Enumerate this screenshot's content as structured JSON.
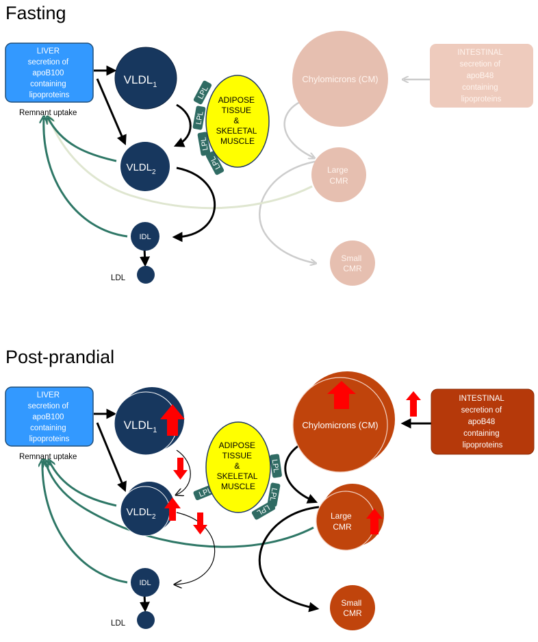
{
  "colors": {
    "liver": "#3399ff",
    "navy": "#17375e",
    "teal": "#2e7766",
    "yellow": "#ffff00",
    "cm_faded": "#e6bfb0",
    "cm_faded_text": "#fff4ee",
    "cm_active": "#c0440c",
    "cm_active_box": "#b5390a",
    "red": "#ff0000",
    "lpl": "#2f6b63"
  },
  "fasting": {
    "title": "Fasting",
    "liver_lines": [
      "LIVER",
      "secretion of",
      "apoB100",
      "containing",
      "lipoproteins"
    ],
    "remnant": "Remnant uptake",
    "vldl1": "VLDL",
    "vldl1_sub": "1",
    "vldl2": "VLDL",
    "vldl2_sub": "2",
    "idl": "IDL",
    "ldl": "LDL",
    "adipose_lines": [
      "ADIPOSE",
      "TISSUE",
      "&",
      "SKELETAL",
      "MUSCLE"
    ],
    "lpl": "LPL",
    "chylo": "Chylomicrons (CM)",
    "large_cmr": [
      "Large",
      "CMR"
    ],
    "small_cmr": [
      "Small",
      "CMR"
    ],
    "intestinal_lines": [
      "INTESTINAL",
      "secretion of",
      "apoB48",
      "containing",
      "lipoproteins"
    ]
  },
  "postprandial": {
    "title": "Post-prandial",
    "liver_lines": [
      "LIVER",
      "secretion of",
      "apoB100",
      "containing",
      "lipoproteins"
    ],
    "remnant": "Remnant uptake",
    "vldl1": "VLDL",
    "vldl1_sub": "1",
    "vldl2": "VLDL",
    "vldl2_sub": "2",
    "idl": "IDL",
    "ldl": "LDL",
    "adipose_lines": [
      "ADIPOSE",
      "TISSUE",
      "&",
      "SKELETAL",
      "MUSCLE"
    ],
    "lpl": "LPL",
    "chylo": "Chylomicrons (CM)",
    "large_cmr": [
      "Large",
      "CMR"
    ],
    "small_cmr": [
      "Small",
      "CMR"
    ],
    "intestinal_lines": [
      "INTESTINAL",
      "secretion of",
      "apoB48",
      "containing",
      "lipoproteins"
    ]
  }
}
